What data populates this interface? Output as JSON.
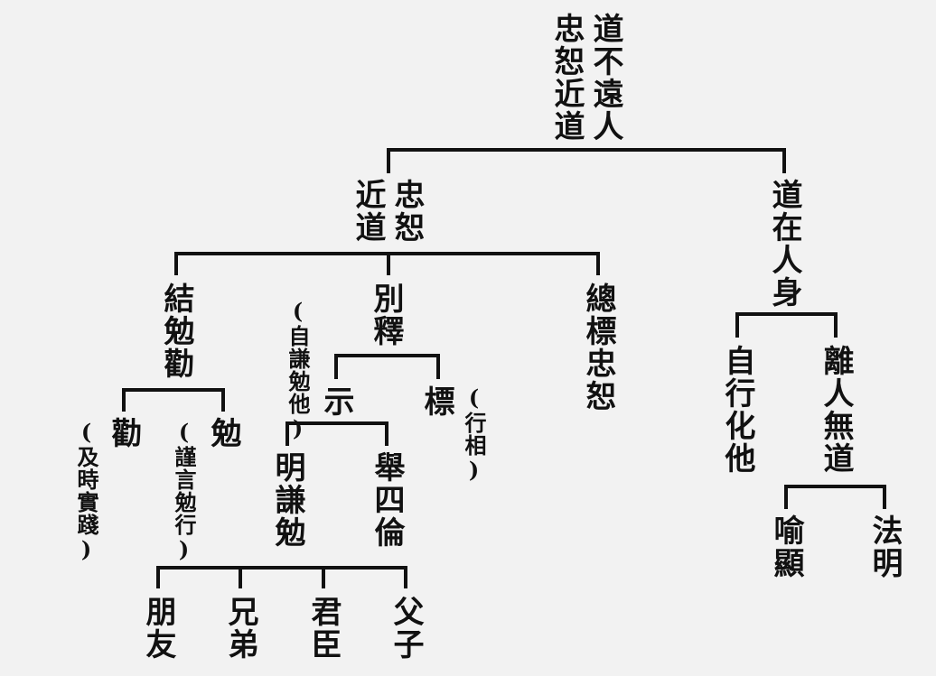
{
  "nodes": {
    "root_col1": "忠恕近道",
    "root_col2": "道不遠人",
    "b1_col1": "近道",
    "b1_col2": "忠恕",
    "b2": "道在人身",
    "jie": "結勉勸",
    "bie": "別釋",
    "zong": "總標忠恕",
    "quan": "勸",
    "mian": "勉",
    "ji_note": "(及時實踐)",
    "jin_note": "(謹言勉行)",
    "zi_note": "(自謙勉他)",
    "shi": "示",
    "biao": "標",
    "xing_note": "(行相)",
    "ming": "明謙勉",
    "ju": "舉四倫",
    "pengyou": "朋友",
    "xiongdi": "兄弟",
    "junchen": "君臣",
    "fuzi": "父子",
    "zixing": "自行化他",
    "liren": "離人無道",
    "yuxian": "喻顯",
    "faming": "法明"
  },
  "colors": {
    "background": "#f2f2f2",
    "ink": "#111111"
  }
}
